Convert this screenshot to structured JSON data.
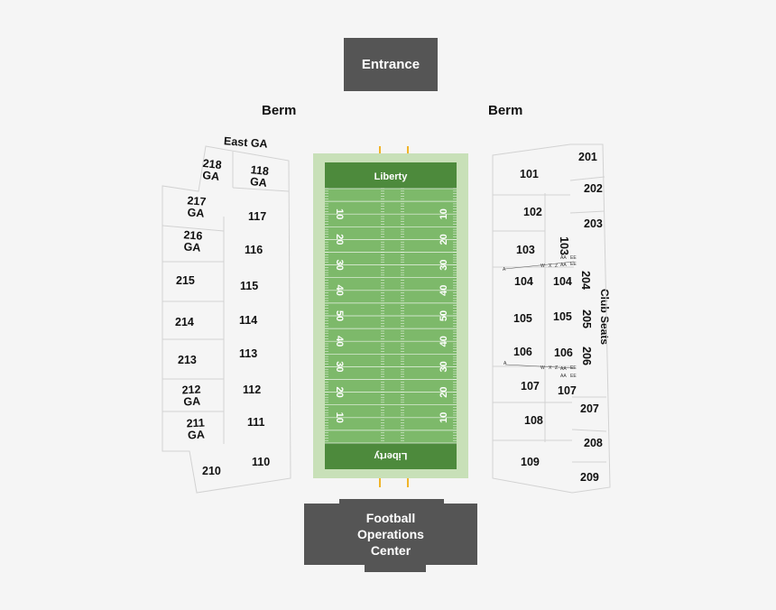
{
  "buildings": {
    "entrance": "Entrance",
    "operations": "Football Operations Center"
  },
  "labels": {
    "berm_left": "Berm",
    "berm_right": "Berm",
    "east_ga": "East GA",
    "club_seats": "Club Seats"
  },
  "field": {
    "endzone_top": "Liberty",
    "endzone_bottom": "Liberty",
    "yard_numbers": [
      "10",
      "20",
      "30",
      "40",
      "50",
      "40",
      "30",
      "20",
      "10"
    ]
  },
  "sections": {
    "s218": "218\nGA",
    "s118": "118\nGA",
    "s217": "217\nGA",
    "s117": "117",
    "s216": "216\nGA",
    "s116": "116",
    "s215": "215",
    "s115": "115",
    "s214": "214",
    "s114": "114",
    "s213": "213",
    "s113": "113",
    "s212": "212\nGA",
    "s112": "112",
    "s211": "211\nGA",
    "s111": "111",
    "s210": "210",
    "s110": "110",
    "s101": "101",
    "s102": "102",
    "s103": "103",
    "s103b": "103",
    "s104": "104",
    "s104b": "104",
    "s105": "105",
    "s105b": "105",
    "s106": "106",
    "s106b": "106",
    "s107": "107",
    "s107b": "107",
    "s108": "108",
    "s109": "109",
    "s201": "201",
    "s202": "202",
    "s203": "203",
    "s204": "204",
    "s205": "205",
    "s206": "206",
    "s207": "207",
    "s208": "208",
    "s209": "209"
  },
  "row_markers": {
    "a": "A",
    "w": "W",
    "x": "X",
    "z": "Z",
    "aa": "AA",
    "ee": "EE"
  },
  "colors": {
    "field_light": "#7db96a",
    "field_dark": "#4d8a3c",
    "surround": "#c8e0b8",
    "building": "#555555",
    "goalpost": "#f0b429"
  }
}
